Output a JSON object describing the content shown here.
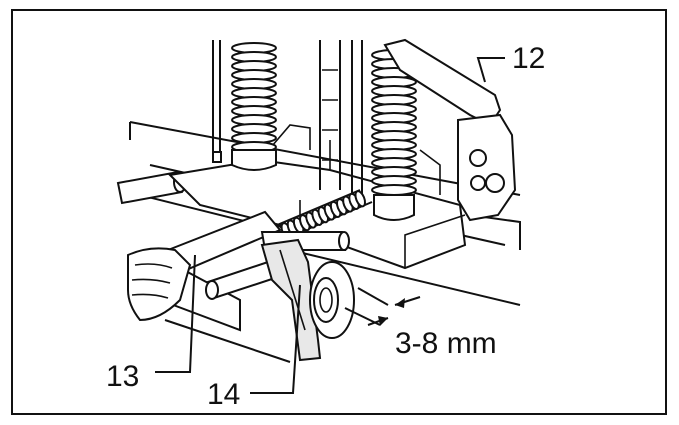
{
  "figure": {
    "callouts": [
      {
        "id": "12",
        "text": "12"
      },
      {
        "id": "13",
        "text": "13"
      },
      {
        "id": "14",
        "text": "14"
      }
    ],
    "dimension": {
      "text": "3-8 mm"
    }
  }
}
